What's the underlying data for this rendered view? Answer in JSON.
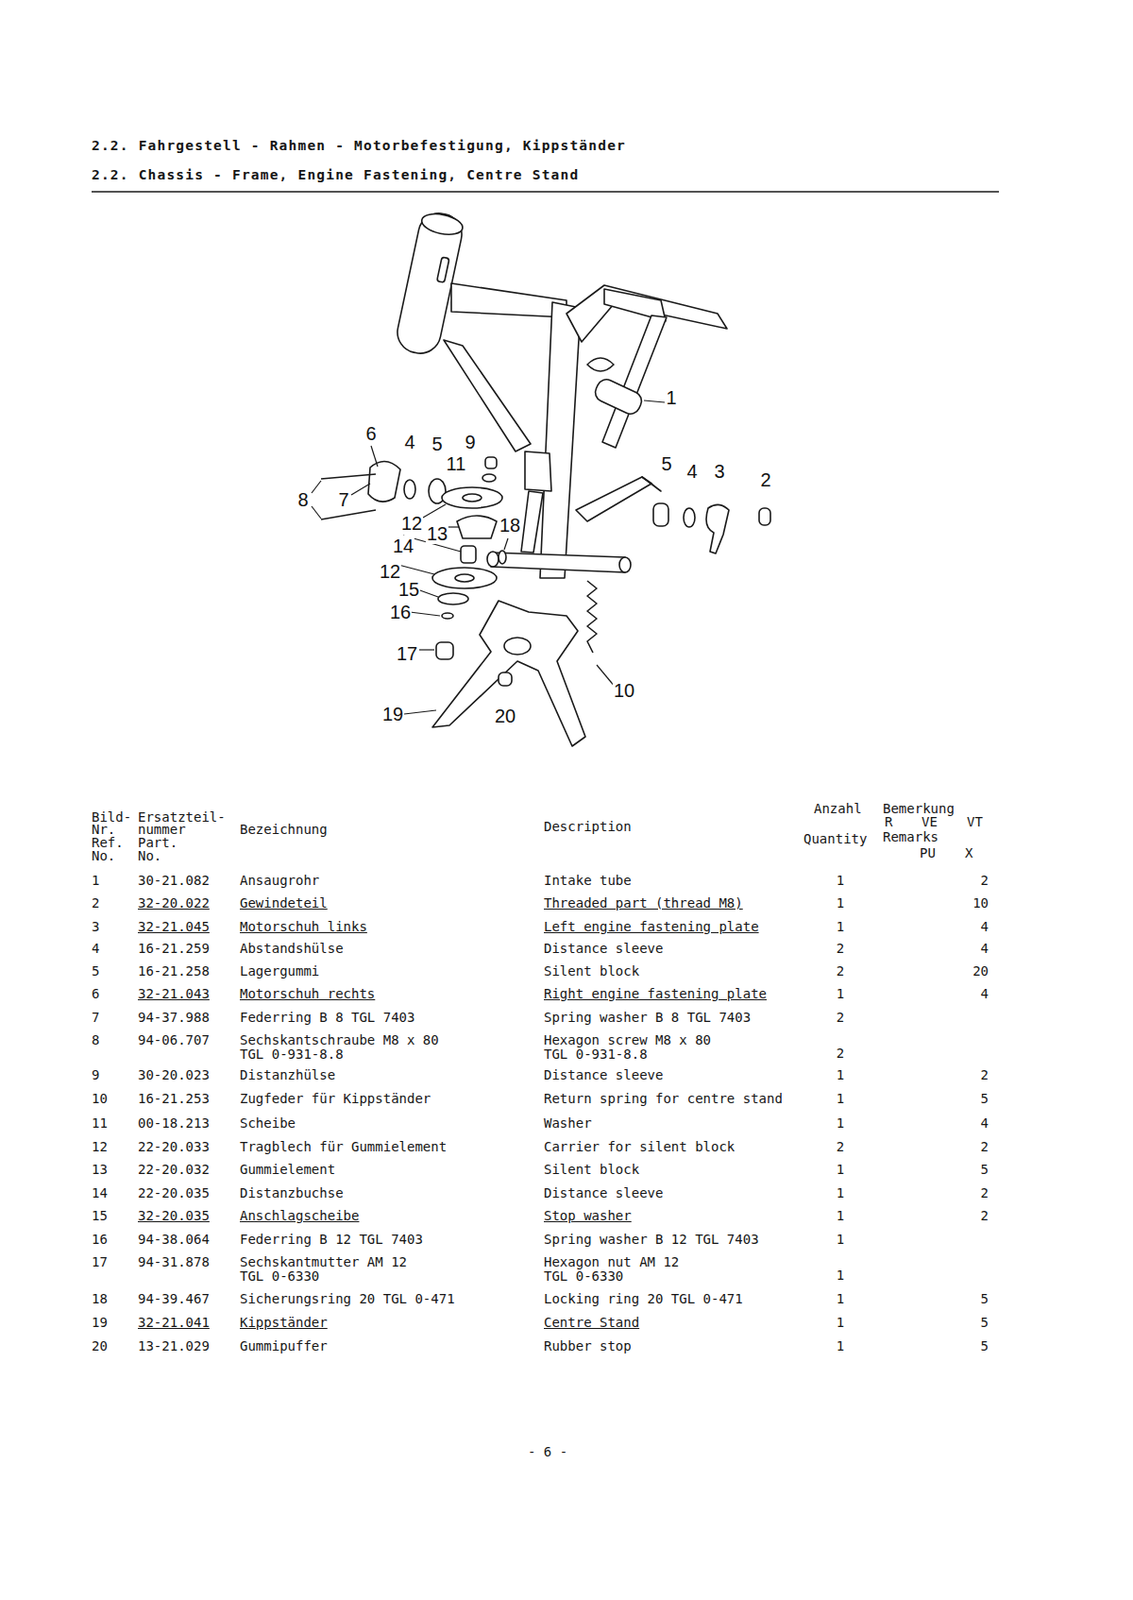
{
  "diagram": {
    "title": "2.2. Fahrgestell - Rahmen - Motorbefestigung, Kippständer",
    "labels": [
      "2.2. Chassis - Frame, Engine Fastening, Centre Stand",
      "1",
      "6",
      "4",
      "5",
      "9",
      "11",
      "5",
      "4",
      "3",
      "2",
      "8",
      "7",
      "12",
      "13",
      "18",
      "14",
      "12",
      "15",
      "16",
      "17",
      "10",
      "19",
      "20",
      "Bild-",
      "Nr.",
      "Ref.",
      "No.",
      "Ersatzteil-",
      "nummer",
      "Part.",
      "No.",
      "Bezeichnung",
      "Description",
      "Anzahl",
      "Quantity",
      "Bemerkung",
      "R",
      "VE",
      "VT",
      "Remarks",
      "PU",
      "X",
      "1",
      "30-21.082",
      "Ansaugrohr",
      "Intake tube",
      "1",
      "2",
      "2",
      "32-20.022",
      "Gewindeteil",
      "Threaded part (thread M8)",
      "1",
      "10",
      "3",
      "32-21.045",
      "Motorschuh links",
      "Left engine fastening plate",
      "1",
      "4",
      "4",
      "16-21.259",
      "Abstandshülse",
      "Distance sleeve",
      "2",
      "4",
      "5",
      "16-21.258",
      "Lagergummi",
      "Silent block",
      "2",
      "20",
      "6",
      "32-21.043",
      "Motorschuh rechts",
      "Right engine fastening plate",
      "1",
      "4",
      "7",
      "94-37.988",
      "Federring B 8 TGL 7403",
      "Spring washer B 8 TGL 7403",
      "2",
      "8",
      "94-06.707",
      "Sechskantschraube M8 x 80 TGL 0-931-8.8",
      "Hexagon screw M8 x 80 TGL 0-931-8.8",
      "2",
      "9",
      "30-20.023",
      "Distanzhülse",
      "Distance sleeve",
      "1",
      "2",
      "10",
      "16-21.253",
      "Zugfeder für Kippständer",
      "Return spring for centre stand",
      "1",
      "5",
      "11",
      "00-18.213",
      "Scheibe",
      "Washer",
      "1",
      "4",
      "12",
      "22-20.033",
      "Tragblech für Gummielement",
      "Carrier for silent block",
      "2",
      "2",
      "13",
      "22-20.032",
      "Gummielement",
      "Silent block",
      "1",
      "5",
      "14",
      "22-20.035",
      "Distanzbuchse",
      "Distance sleeve",
      "1",
      "2",
      "15",
      "32-20.035",
      "Anschlagscheibe",
      "Stop washer",
      "1",
      "2",
      "16",
      "94-38.064",
      "Federring B 12 TGL 7403",
      "Spring washer B 12 TGL 7403",
      "1",
      "17",
      "94-31.878",
      "Sechskantmutter AM 12 TGL 0-6330",
      "Hexagon nut AM 12 TGL 0-6330",
      "1",
      "18",
      "94-39.467",
      "Sicherungsring 20 TGL 0-471",
      "Locking ring 20 TGL 0-471",
      "1",
      "5",
      "19",
      "32-21.041",
      "Kippständer",
      "Centre Stand",
      "1",
      "5",
      "20",
      "13-21.029",
      "Gummipuffer",
      "Rubber stop",
      "1",
      "5",
      "- 6 -"
    ]
  }
}
